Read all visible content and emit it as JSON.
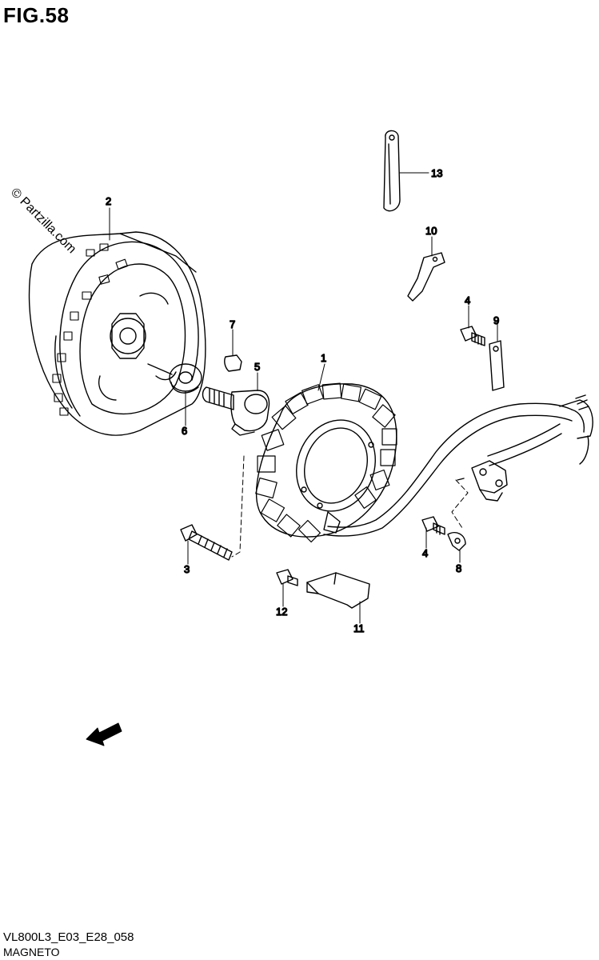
{
  "figure": {
    "title": "FIG.58",
    "watermark": "© Partzilla.com",
    "model_code": "VL800L3_E03_E28_058",
    "section_name": "MAGNETO",
    "fwd_arrow_label": "FWD"
  },
  "callouts": [
    {
      "id": "c1",
      "number": "1"
    },
    {
      "id": "c2",
      "number": "2"
    },
    {
      "id": "c3",
      "number": "3"
    },
    {
      "id": "c4a",
      "number": "4"
    },
    {
      "id": "c4b",
      "number": "4"
    },
    {
      "id": "c5",
      "number": "5"
    },
    {
      "id": "c6",
      "number": "6"
    },
    {
      "id": "c7",
      "number": "7"
    },
    {
      "id": "c8",
      "number": "8"
    },
    {
      "id": "c9",
      "number": "9"
    },
    {
      "id": "c10",
      "number": "10"
    },
    {
      "id": "c11",
      "number": "11"
    },
    {
      "id": "c12",
      "number": "12"
    },
    {
      "id": "c13",
      "number": "13"
    }
  ]
}
